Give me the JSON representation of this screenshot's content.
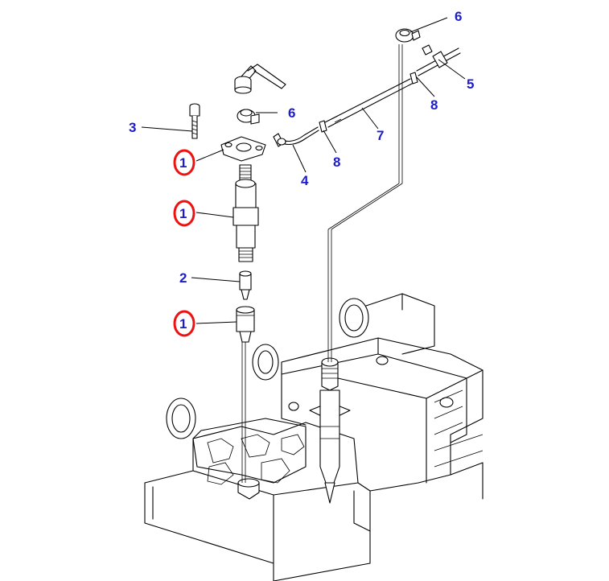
{
  "callouts": {
    "c1a": "1",
    "c1b": "1",
    "c1c": "1",
    "c2": "2",
    "c3": "3",
    "c4": "4",
    "c5": "5",
    "c6a": "6",
    "c6b": "6",
    "c7": "7",
    "c8a": "8",
    "c8b": "8"
  },
  "highlight": {
    "ring_color": "#e11111",
    "label_color": "#1c1cc8"
  }
}
